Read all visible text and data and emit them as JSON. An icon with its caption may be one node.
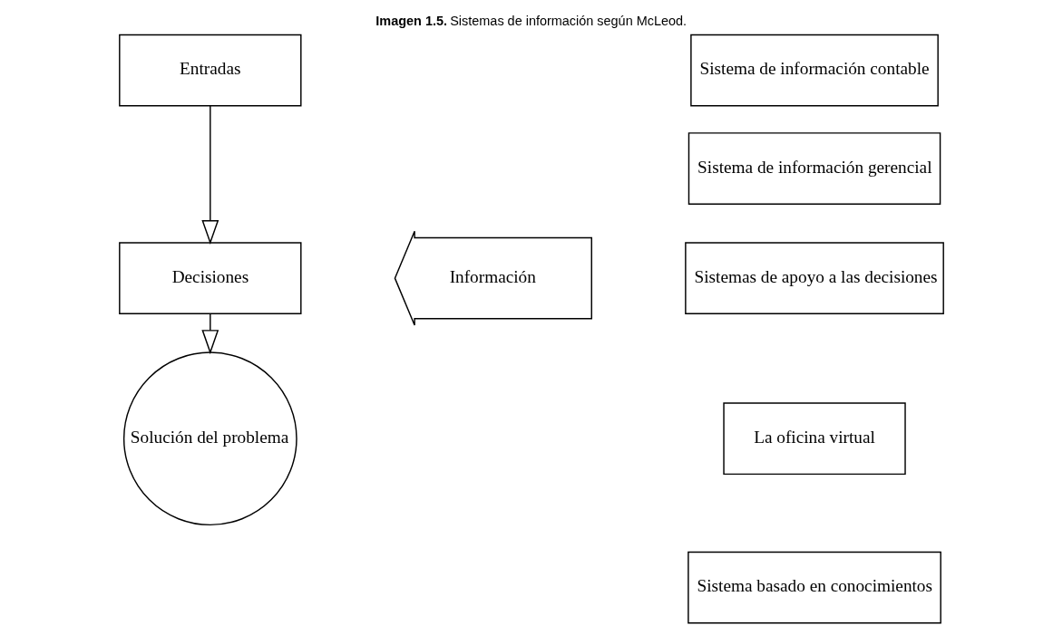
{
  "diagram": {
    "title": "**Imagen 1.5.** Sistemas de información según McLeod.",
    "nodes": [
      {
        "text": [
          "Entradas"
        ]
      },
      {
        "text": [
          "Decisiones"
        ]
      },
      {
        "text": [
          "Solución del problema"
        ]
      },
      {
        "text": [
          "Información"
        ]
      },
      {
        "text": [
          "Sistema de información contable"
        ]
      },
      {
        "text": [
          "Sistema de información gerencial"
        ]
      },
      {
        "text": [
          "Sistemas de apoyo a las decisiones"
        ]
      },
      {
        "text": [
          "La oficina virtual"
        ]
      },
      {
        "text": [
          "Sistema basado en conocimientos"
        ]
      }
    ],
    "edges": [
      {
        "from": 0,
        "to": 1,
        "arrow": "to"
      },
      {
        "from": 1,
        "to": 2,
        "arrow": "to"
      }
    ]
  }
}
